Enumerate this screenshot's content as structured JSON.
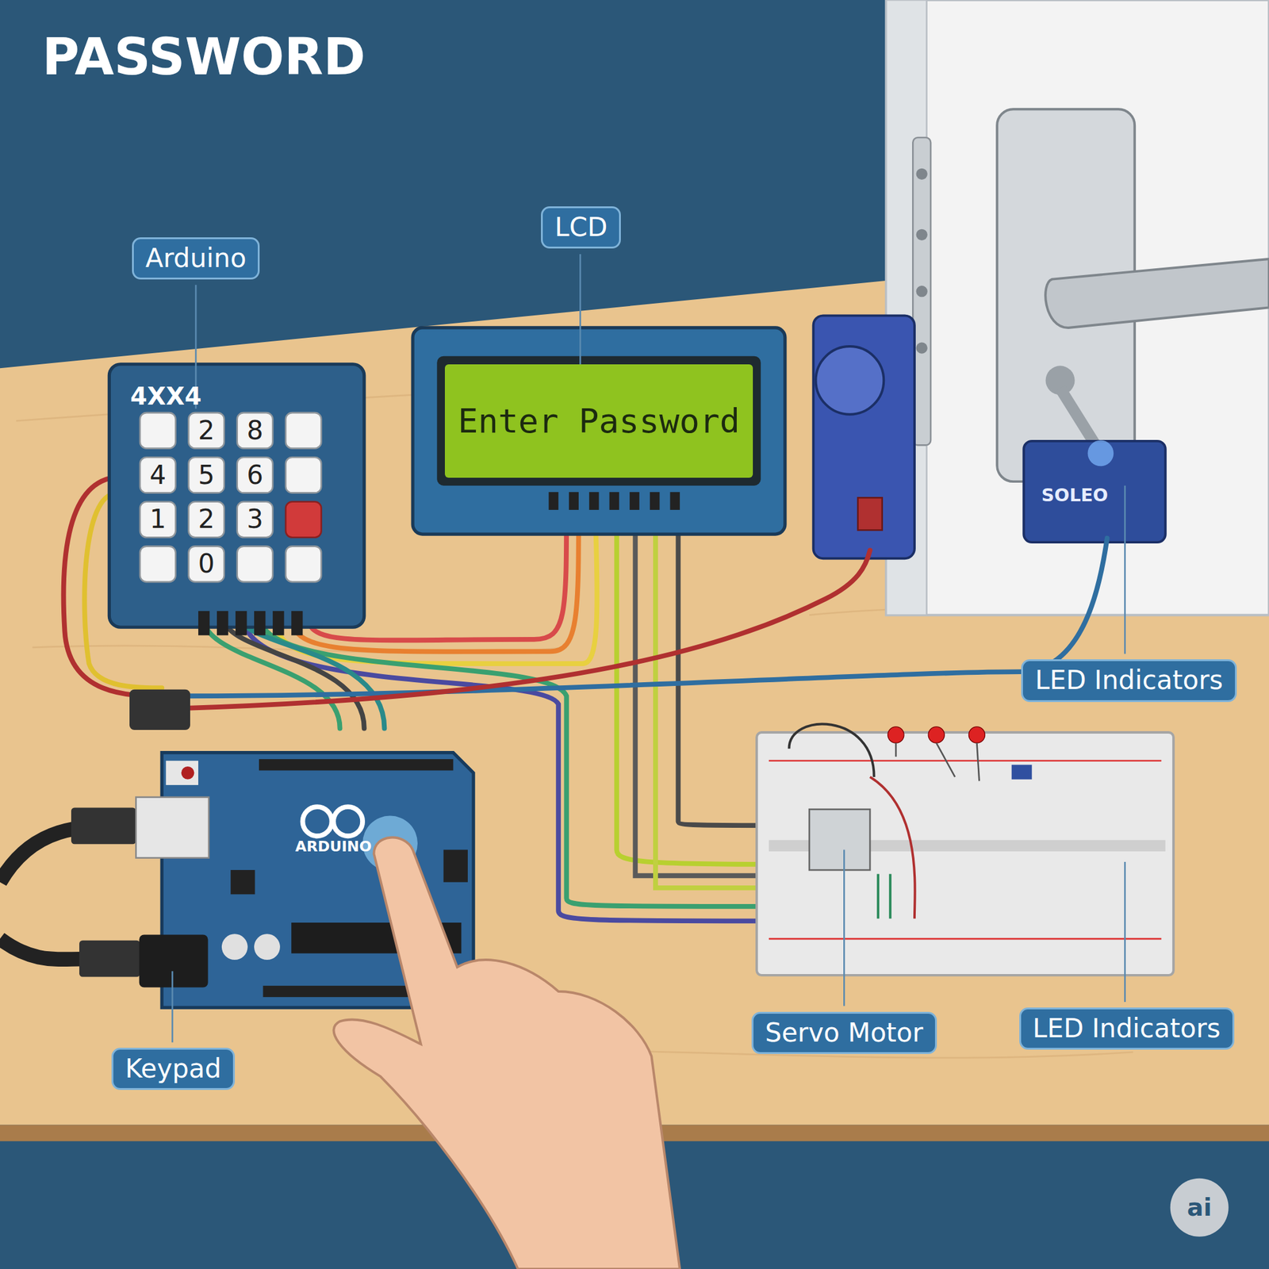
{
  "diagram": {
    "title": "PASSWORD",
    "nodes": [
      {
        "text": [
          "Arduino"
        ]
      },
      {
        "text": [
          "LCD"
        ]
      },
      {
        "text": [
          "Enter Password"
        ]
      },
      {
        "text": [
          "LED Indicators"
        ]
      },
      {
        "text": [
          "Keypad"
        ]
      },
      {
        "text": [
          "Servo Motor"
        ]
      },
      {
        "text": [
          "LED Indicators"
        ]
      }
    ],
    "labels": [
      "4XX4",
      "2",
      "8",
      "4",
      "5",
      "6",
      "1",
      "2",
      "3",
      "0",
      "SOLEO",
      "ARDUINO",
      "ai"
    ]
  }
}
